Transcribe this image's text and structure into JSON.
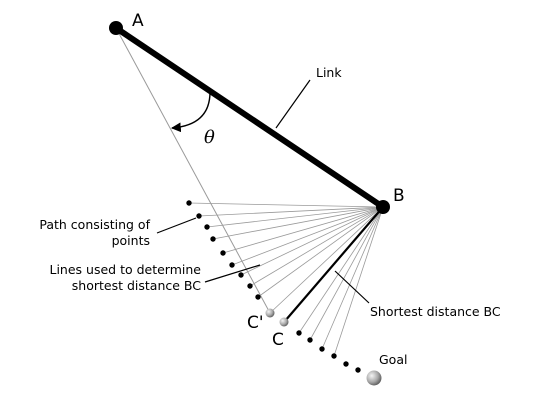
{
  "labels": {
    "point_a": "A",
    "point_b": "B",
    "point_c": "C",
    "point_c_prime": "C'",
    "link": "Link",
    "angle": "θ",
    "goal": "Goal",
    "shortest_distance": "Shortest distance BC",
    "path_line1": "Path consisting of",
    "path_line2": "points",
    "lines_line1": "Lines used to determine",
    "lines_line2": "shortest distance BC"
  },
  "colors": {
    "stroke": "#000000",
    "thin_line": "#9a9a9a",
    "sphere": "#9e9e9e"
  }
}
